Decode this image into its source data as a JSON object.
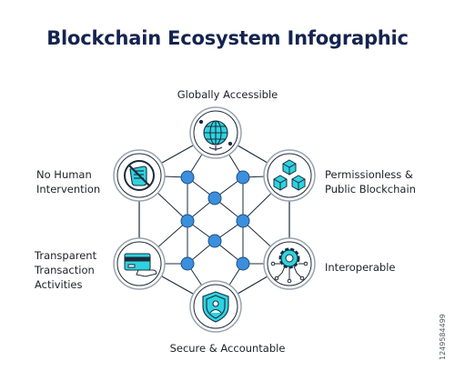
{
  "title": "Blockchain Ecosystem Infographic",
  "features": {
    "top": {
      "lines": [
        "Globally Accessible"
      ],
      "icon": "globe-icon"
    },
    "right_top": {
      "lines": [
        "Permissionless &",
        "Public Blockchain"
      ],
      "icon": "cubes-icon"
    },
    "right_bottom": {
      "lines": [
        "Interoperable"
      ],
      "icon": "gear-network-icon"
    },
    "bottom": {
      "lines": [
        "Secure & Accountable"
      ],
      "icon": "shield-user-icon"
    },
    "left_bottom": {
      "lines": [
        "Transparent",
        "Transaction",
        "Activities"
      ],
      "icon": "card-payment-icon"
    },
    "left_top": {
      "lines": [
        "No Human",
        "Intervention"
      ],
      "icon": "no-hand-icon"
    }
  },
  "watermark_id": "1249584499",
  "colors": {
    "title": "#14244f",
    "text": "#20232b",
    "line": "#1d2b3a",
    "node_fill": "#3b8fdc",
    "node_stroke": "#1d4f86",
    "accent": "#2ed3e0",
    "circle_border": "#9aa3ad"
  }
}
